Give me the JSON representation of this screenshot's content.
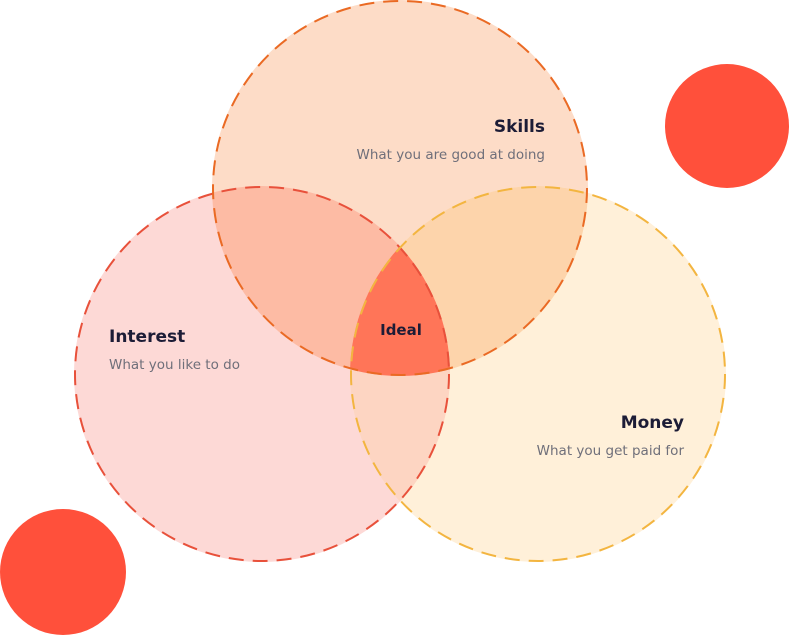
{
  "diagram": {
    "skills": {
      "title": "Skills",
      "description": "What you are good at doing"
    },
    "interest": {
      "title": "Interest",
      "description": "What you like to do"
    },
    "money": {
      "title": "Money",
      "description": "What you get paid for"
    },
    "center_label": "Ideal"
  },
  "colors": {
    "skills_fill": "#fddcc7",
    "skills_stroke": "#ea6a24",
    "interest_fill": "#fdd9d6",
    "interest_stroke": "#e8513b",
    "money_fill": "#fff0d9",
    "money_stroke": "#f3b540",
    "skills_interest_overlap": "#fdbba4",
    "skills_money_overlap": "#fdd4ab",
    "interest_money_overlap": "#fdd5c2",
    "ideal_fill": "#ff7558",
    "decor_dot": "#ff503b"
  }
}
